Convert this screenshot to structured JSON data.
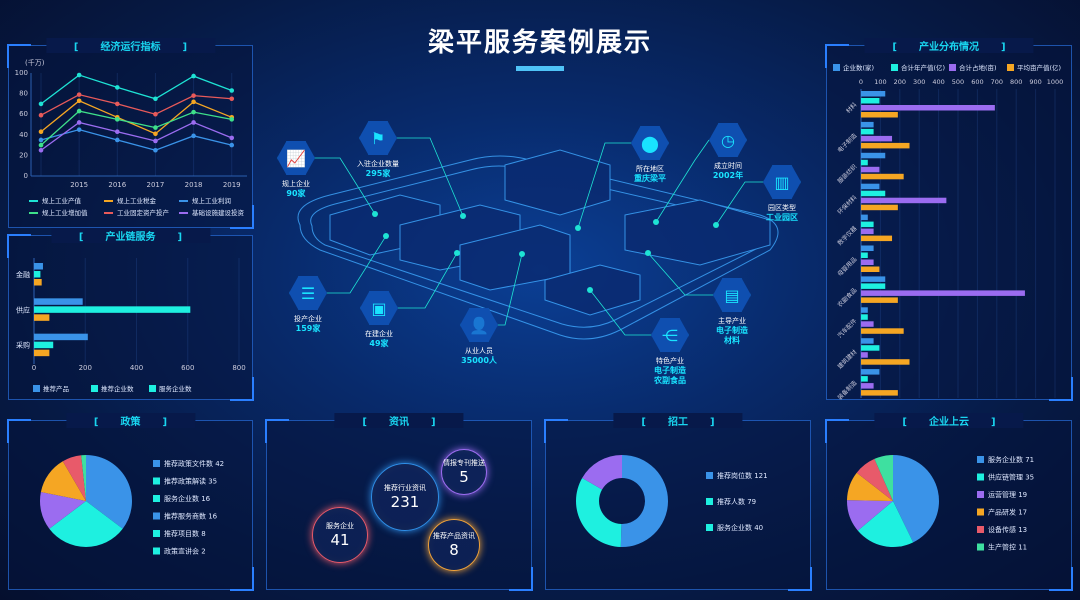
{
  "title": "梁平服务案例展示",
  "panels": {
    "economy": {
      "title": "经济运行指标",
      "unit": "(千万)"
    },
    "chain": {
      "title": "产业链服务"
    },
    "industry": {
      "title": "产业分布情况"
    },
    "policy": {
      "title": "政策"
    },
    "news": {
      "title": "资讯"
    },
    "recruit": {
      "title": "招工"
    },
    "cloud": {
      "title": "企业上云"
    }
  },
  "center": {
    "nodes": [
      {
        "label": "规上企业",
        "value": "90家",
        "icon": "presentation-chart-icon"
      },
      {
        "label": "入驻企业数量",
        "value": "295家",
        "icon": "flag-icon"
      },
      {
        "label": "投产企业",
        "value": "159家",
        "icon": "layers-icon"
      },
      {
        "label": "在建企业",
        "value": "49家",
        "icon": "construction-icon"
      },
      {
        "label": "从业人员",
        "value": "35000人",
        "icon": "person-icon"
      },
      {
        "label": "所在地区",
        "value": "重庆梁平",
        "icon": "location-pin-icon"
      },
      {
        "label": "成立时间",
        "value": "2002年",
        "icon": "clock-icon"
      },
      {
        "label": "园区类型",
        "value": "工业园区",
        "icon": "buildings-icon"
      },
      {
        "label": "主导产业",
        "value": "电子制造",
        "value2": "材料",
        "icon": "factory-icon"
      },
      {
        "label": "特色产业",
        "value": "电子制造",
        "value2": "农副食品",
        "icon": "hierarchy-icon"
      }
    ]
  },
  "news_bubbles": [
    {
      "label": "推荐行业资讯",
      "value": "231",
      "color": "#2f8fe8"
    },
    {
      "label": "情报专刊推送",
      "value": "5",
      "color": "#9b6cf0"
    },
    {
      "label": "服务企业",
      "value": "41",
      "color": "#e85a6a"
    },
    {
      "label": "推荐产品资讯",
      "value": "8",
      "color": "#f0a23a"
    }
  ],
  "chart_data": [
    {
      "id": "economy",
      "type": "line",
      "title": "经济运行指标",
      "ylabel": "(千万)",
      "ylim": [
        0,
        100
      ],
      "yticks": [
        0,
        20,
        40,
        60,
        80,
        100
      ],
      "categories": [
        "",
        "2015",
        "2016",
        "2017",
        "2018",
        "2019"
      ],
      "series": [
        {
          "name": "规上工业产值",
          "color": "#1ee3d4",
          "values": [
            70,
            98,
            86,
            75,
            97,
            83
          ]
        },
        {
          "name": "规上工业税金",
          "color": "#f5a623",
          "values": [
            43,
            73,
            57,
            41,
            72,
            57
          ]
        },
        {
          "name": "规上工业利润",
          "color": "#3a93e8",
          "values": [
            35,
            45,
            35,
            25,
            39,
            30
          ]
        },
        {
          "name": "规上工业增加值",
          "color": "#3ee08a",
          "values": [
            30,
            63,
            55,
            47,
            62,
            55
          ]
        },
        {
          "name": "工业固定资产投产",
          "color": "#e85a5a",
          "values": [
            59,
            79,
            70,
            60,
            78,
            75
          ]
        },
        {
          "name": "基础设施建设投资",
          "color": "#9b6cf0",
          "values": [
            25,
            52,
            43,
            34,
            52,
            37
          ]
        }
      ]
    },
    {
      "id": "chain",
      "type": "bar",
      "orientation": "horizontal",
      "title": "产业链服务",
      "xlim": [
        0,
        800
      ],
      "xticks": [
        0,
        200,
        400,
        600,
        800
      ],
      "categories": [
        "金融",
        "供应",
        "采购"
      ],
      "series": [
        {
          "name": "推荐产品",
          "color": "#3a93e8",
          "values": [
            35,
            190,
            210
          ]
        },
        {
          "name": "推荐企业数",
          "color": "#1ef0e0",
          "values": [
            25,
            610,
            75
          ]
        },
        {
          "name": "服务企业数",
          "color": "#f5a623",
          "legend_color": "#1ef0e0",
          "values": [
            30,
            60,
            60
          ]
        }
      ]
    },
    {
      "id": "industry",
      "type": "bar",
      "orientation": "horizontal",
      "title": "产业分布情况",
      "xlim": [
        0,
        1000
      ],
      "xticks": [
        0,
        100,
        200,
        300,
        400,
        500,
        600,
        700,
        800,
        900,
        1000
      ],
      "categories": [
        "材料",
        "电子制造",
        "服装纺织",
        "环保材料",
        "数字仪器",
        "母婴用品",
        "农副食品",
        "汽车配件",
        "建筑建材",
        "装备制造"
      ],
      "series": [
        {
          "name": "企业数(家)",
          "color": "#3a93e8",
          "values": [
            125,
            65,
            125,
            95,
            35,
            65,
            125,
            35,
            65,
            95
          ]
        },
        {
          "name": "合计年产值(亿)",
          "color": "#1ef0e0",
          "values": [
            95,
            65,
            35,
            125,
            65,
            35,
            125,
            35,
            95,
            35
          ]
        },
        {
          "name": "合计占地(亩)",
          "color": "#9b6cf0",
          "values": [
            690,
            160,
            95,
            440,
            65,
            65,
            845,
            65,
            35,
            65
          ]
        },
        {
          "name": "平均亩产值(亿)",
          "color": "#f5a623",
          "values": [
            190,
            250,
            220,
            190,
            160,
            95,
            190,
            220,
            250,
            190
          ]
        }
      ]
    },
    {
      "id": "policy",
      "type": "pie",
      "title": "政策",
      "labels": [
        "推荐政策文件数",
        "推荐政策解读",
        "服务企业数",
        "推荐服务商数",
        "推荐项目数",
        "政策宣讲会"
      ],
      "values": [
        42,
        35,
        16,
        16,
        8,
        2
      ],
      "colors": [
        "#3a93e8",
        "#1ef0e0",
        "#9b6cf0",
        "#f5a623",
        "#e85a6a",
        "#3ee0a0"
      ],
      "legend_colors": [
        "#3a93e8",
        "#1ef0e0",
        "#1ef0e0",
        "#3a93e8",
        "#1ef0e0",
        "#1ef0e0"
      ]
    },
    {
      "id": "recruit",
      "type": "pie",
      "donut": true,
      "title": "招工",
      "labels": [
        "推荐岗位数",
        "推荐人数",
        "服务企业数"
      ],
      "values": [
        121,
        79,
        40
      ],
      "colors": [
        "#3a93e8",
        "#1ef0e0",
        "#9b6cf0"
      ],
      "legend_colors": [
        "#3a93e8",
        "#1ef0e0",
        "#1ef0e0"
      ]
    },
    {
      "id": "cloud",
      "type": "pie",
      "title": "企业上云",
      "labels": [
        "服务企业数",
        "供应链管理",
        "运营管理",
        "产品研发",
        "设备传感",
        "生产管控"
      ],
      "values": [
        71,
        35,
        19,
        17,
        13,
        11
      ],
      "colors": [
        "#3a93e8",
        "#1ef0e0",
        "#9b6cf0",
        "#f5a623",
        "#e85a6a",
        "#3ee0a0"
      ],
      "legend_colors": [
        "#3a93e8",
        "#1ef0e0",
        "#9b6cf0",
        "#f5a623",
        "#e85a6a",
        "#3ee0a0"
      ]
    }
  ]
}
